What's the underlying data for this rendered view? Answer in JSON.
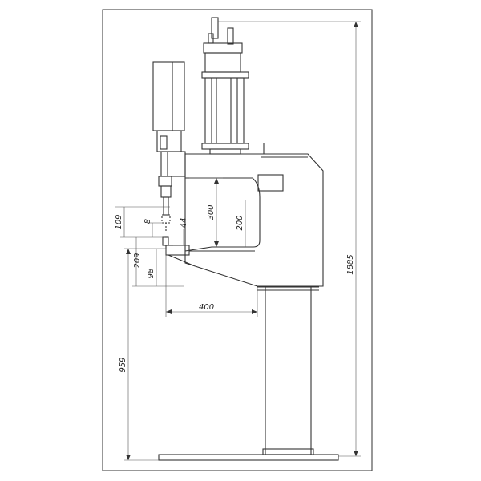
{
  "dimensions": {
    "overall_height": "1885",
    "column_height": "959",
    "arm_reach": "400",
    "throat_height": "300",
    "throat_inner": "200",
    "upper_electrode": "109",
    "stroke": "8",
    "electrode_gap": "44",
    "lower_arm_height": "209",
    "lower_electrode": "98"
  }
}
